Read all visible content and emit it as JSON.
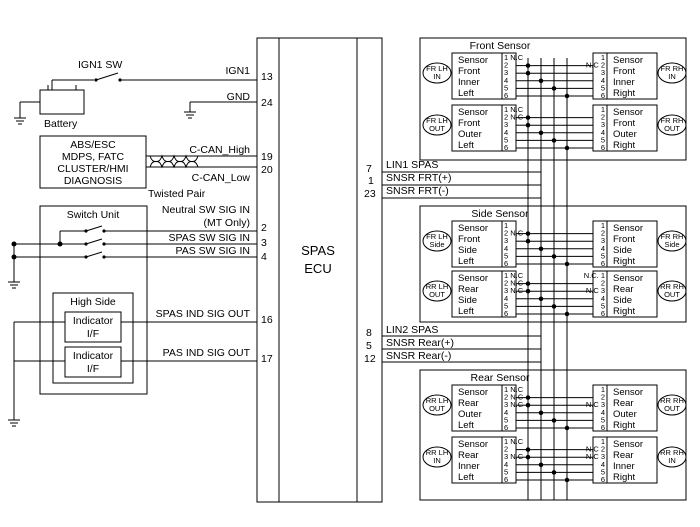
{
  "battery": {
    "ign_switch": "IGN1 SW",
    "label": "Battery"
  },
  "ecu": {
    "line1": "SPAS",
    "line2": "ECU"
  },
  "left_pins": [
    {
      "pin": "13",
      "signal": "IGN1"
    },
    {
      "pin": "24",
      "signal": "GND"
    },
    {
      "pin": "19",
      "signal": "C-CAN_High"
    },
    {
      "pin": "20",
      "signal": "C-CAN_Low"
    },
    {
      "pin": "2",
      "signal": "Neutral SW SIG IN",
      "note": "(MT Only)"
    },
    {
      "pin": "3",
      "signal": "SPAS SW SIG IN"
    },
    {
      "pin": "4",
      "signal": "PAS SW SIG IN"
    },
    {
      "pin": "16",
      "signal": "SPAS IND SIG OUT"
    },
    {
      "pin": "17",
      "signal": "PAS IND SIG OUT"
    }
  ],
  "can_box": {
    "lines": [
      "ABS/ESC",
      "MDPS, FATC",
      "CLUSTER/HMI",
      "DIAGNOSIS"
    ],
    "twisted_pair": "Twisted Pair"
  },
  "switch_unit": {
    "title": "Switch Unit",
    "high_side": "High Side",
    "indicator": [
      "Indicator",
      "I/F"
    ]
  },
  "right_pins": [
    {
      "pin": "7",
      "signal": "LIN1 SPAS"
    },
    {
      "pin": "1",
      "signal": "SNSR FRT(+)"
    },
    {
      "pin": "23",
      "signal": "SNSR FRT(-)"
    },
    {
      "pin": "8",
      "signal": "LIN2 SPAS"
    },
    {
      "pin": "5",
      "signal": "SNSR Rear(+)"
    },
    {
      "pin": "12",
      "signal": "SNSR Rear(-)"
    }
  ],
  "sensor_groups": [
    {
      "title": "Front Sensor",
      "sensors": [
        {
          "bubble": [
            "FR LH",
            "IN"
          ],
          "lines": [
            "Sensor",
            "Front",
            "Inner",
            "Left"
          ],
          "pins": [
            "1 N.C",
            "2",
            "3",
            "4",
            "5",
            "6"
          ]
        },
        {
          "bubble": [
            "FR RH",
            "IN"
          ],
          "lines": [
            "Sensor",
            "Front",
            "Inner",
            "Right"
          ],
          "pins": [
            "1",
            "N.C 2",
            "3",
            "4",
            "5",
            "6"
          ]
        },
        {
          "bubble": [
            "FR LH",
            "OUT"
          ],
          "lines": [
            "Sensor",
            "Front",
            "Outer",
            "Left"
          ],
          "pins": [
            "1 N.C",
            "2 N.C",
            "3",
            "4",
            "5",
            "6"
          ]
        },
        {
          "bubble": [
            "FR RH",
            "OUT"
          ],
          "lines": [
            "Sensor",
            "Front",
            "Outer",
            "Right"
          ],
          "pins": [
            "1",
            "2",
            "3",
            "4",
            "5",
            "6"
          ]
        }
      ]
    },
    {
      "title": "Side Sensor",
      "sensors": [
        {
          "bubble": [
            "FR LH",
            "Side"
          ],
          "lines": [
            "Sensor",
            "Front",
            "Side",
            "Left"
          ],
          "pins": [
            "1",
            "2 N.C",
            "3",
            "4",
            "5",
            "6"
          ]
        },
        {
          "bubble": [
            "FR RH",
            "Side"
          ],
          "lines": [
            "Sensor",
            "Front",
            "Side",
            "Right"
          ],
          "pins": [
            "1",
            "2",
            "3",
            "4",
            "5",
            "6"
          ]
        },
        {
          "bubble": [
            "RR LH",
            "OUT"
          ],
          "lines": [
            "Sensor",
            "Rear",
            "Side",
            "Left"
          ],
          "pins": [
            "1 N.C",
            "2 N.C",
            "3 N.C",
            "4",
            "5",
            "6"
          ]
        },
        {
          "bubble": [
            "RR RH",
            "OUT"
          ],
          "lines": [
            "Sensor",
            "Rear",
            "Side",
            "Right"
          ],
          "pins": [
            "N.C. 1",
            "2",
            "N.C 3",
            "4",
            "5",
            "6"
          ]
        }
      ]
    },
    {
      "title": "Rear Sensor",
      "sensors": [
        {
          "bubble": [
            "RR LH",
            "OUT"
          ],
          "lines": [
            "Sensor",
            "Rear",
            "Outer",
            "Left"
          ],
          "pins": [
            "1 N.C",
            "2 N.C",
            "3 N.C",
            "4",
            "5",
            "6"
          ]
        },
        {
          "bubble": [
            "RR RH",
            "OUT"
          ],
          "lines": [
            "Sensor",
            "Rear",
            "Outer",
            "Right"
          ],
          "pins": [
            "1",
            "2",
            "N.C 3",
            "4",
            "5",
            "6"
          ]
        },
        {
          "bubble": [
            "RR LH",
            "IN"
          ],
          "lines": [
            "Sensor",
            "Rear",
            "Inner",
            "Left"
          ],
          "pins": [
            "1 N.C",
            "2",
            "3 N.C",
            "4",
            "5",
            "6"
          ]
        },
        {
          "bubble": [
            "RR RH",
            "IN"
          ],
          "lines": [
            "Sensor",
            "Rear",
            "Inner",
            "Right"
          ],
          "pins": [
            "1",
            "N.C 2",
            "N.C 3",
            "4",
            "5",
            "6"
          ]
        }
      ]
    }
  ]
}
